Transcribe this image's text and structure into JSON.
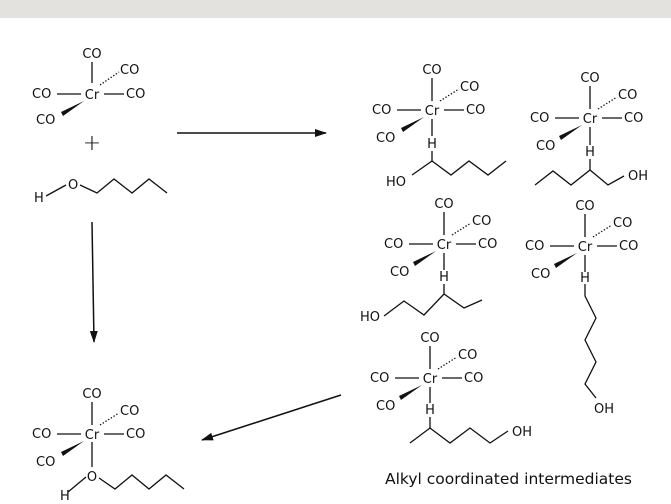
{
  "labels": {
    "co": "CO",
    "cr": "Cr",
    "h": "H",
    "o": "O",
    "oh": "OH",
    "ho": "HO",
    "plus": "+"
  },
  "caption": "Alkyl coordinated intermediates"
}
